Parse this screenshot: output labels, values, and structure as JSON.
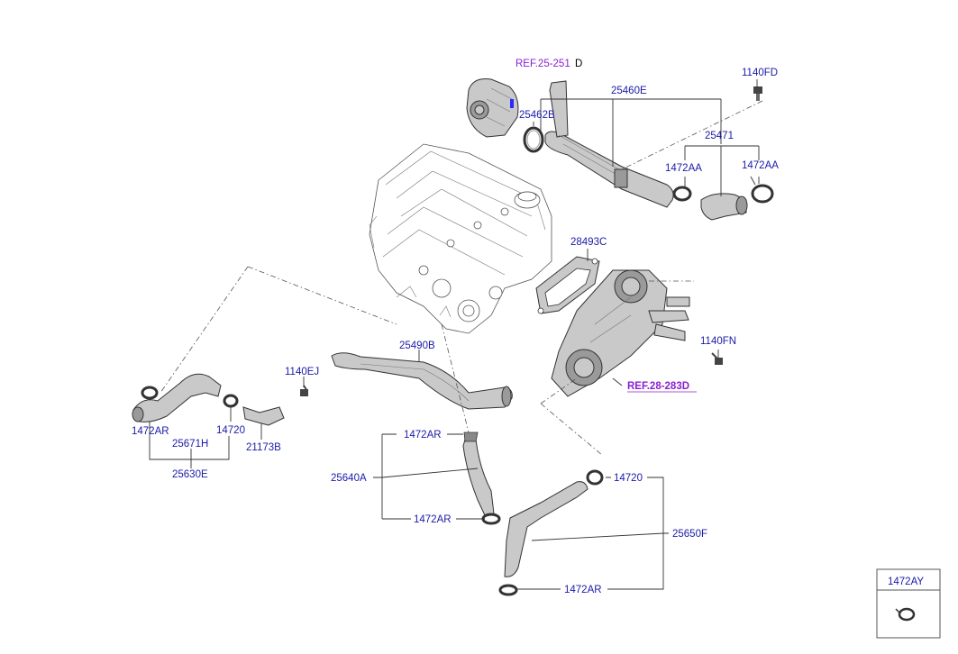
{
  "labels": {
    "ref_top_prefix": "REF.25-251",
    "ref_top_suffix": "D",
    "p1140FD": "1140FD",
    "p25460E": "25460E",
    "p25462B": "25462B",
    "p25471": "25471",
    "p1472AA_1": "1472AA",
    "p1472AA_2": "1472AA",
    "p28493C": "28493C",
    "p1140FN": "1140FN",
    "ref_28": "REF.28-283D",
    "p25490B": "25490B",
    "p1140EJ": "1140EJ",
    "p1472AR_1": "1472AR",
    "p25671H": "25671H",
    "p14720_1": "14720",
    "p21173B": "21173B",
    "p25630E": "25630E",
    "p1472AR_2": "1472AR",
    "p25640A": "25640A",
    "p1472AR_3": "1472AR",
    "p14720_2": "14720",
    "p25650F": "25650F",
    "p1472AR_4": "1472AR",
    "legend_box_title": "1472AY"
  },
  "colors": {
    "part_label": "#1a1aa8",
    "reference_label": "#8a1fd1",
    "line": "#333333",
    "part_fill": "#c9c9c9"
  }
}
